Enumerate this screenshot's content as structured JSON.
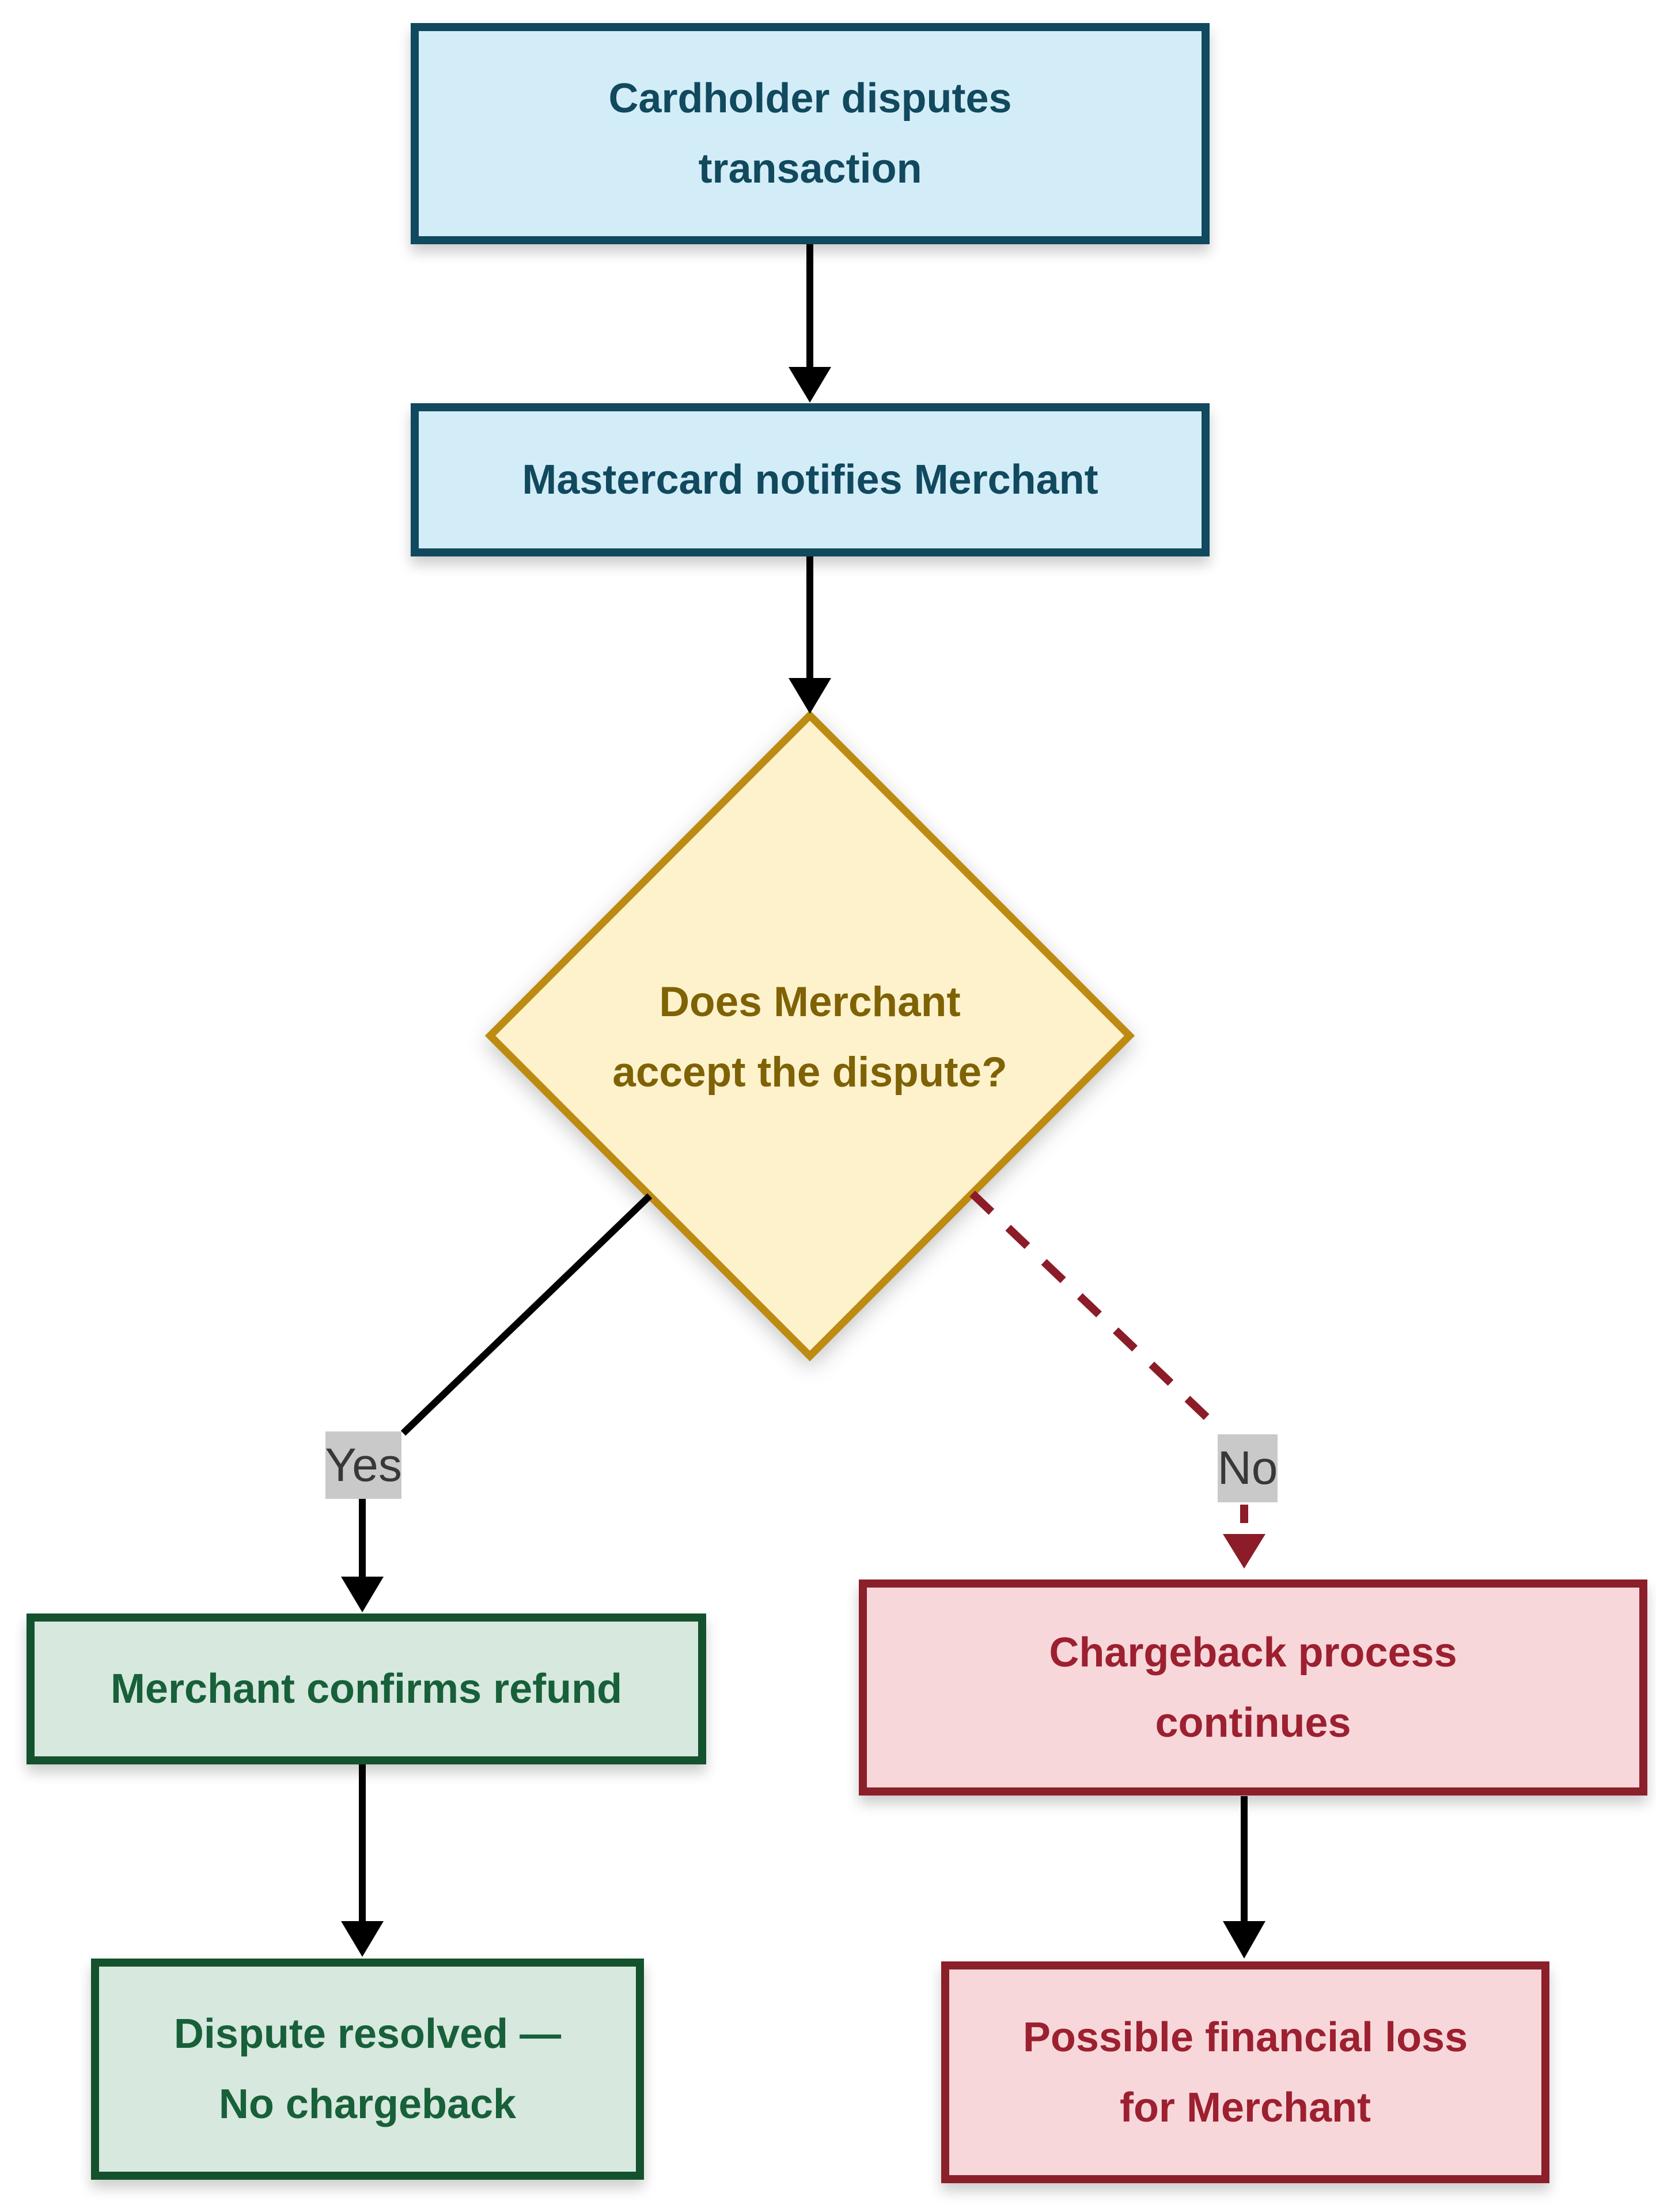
{
  "nodes": {
    "start": {
      "lines": [
        "Cardholder disputes",
        "transaction"
      ]
    },
    "notify": {
      "lines": [
        "Mastercard notifies Merchant"
      ]
    },
    "decision": {
      "lines": [
        "Does Merchant",
        "accept the dispute?"
      ]
    },
    "refund": {
      "lines": [
        "Merchant confirms refund"
      ]
    },
    "resolved": {
      "lines": [
        "Dispute resolved —",
        "No chargeback"
      ]
    },
    "chargeback": {
      "lines": [
        "Chargeback process",
        "continues"
      ]
    },
    "loss": {
      "lines": [
        "Possible financial loss",
        "for Merchant"
      ]
    }
  },
  "edge_labels": {
    "yes": "Yes",
    "no": "No"
  },
  "colors": {
    "bg": "#ffffff",
    "blue-fill": "#d3edf8",
    "blue-border": "#11495e",
    "blue-text": "#11495e",
    "gold-fill": "#fdf2cc",
    "gold-border": "#bd8b12",
    "gold-text": "#7f6205",
    "green-fill": "#d7e8de",
    "green-border": "#14522e",
    "green-text": "#17603a",
    "red-fill": "#f8d7da",
    "red-border": "#8b1f2a",
    "red-text": "#9c2030",
    "label-bg": "#c9c9c9",
    "label-text": "#383838",
    "edge-black": "#000000",
    "edge-red": "#8b1c28"
  }
}
